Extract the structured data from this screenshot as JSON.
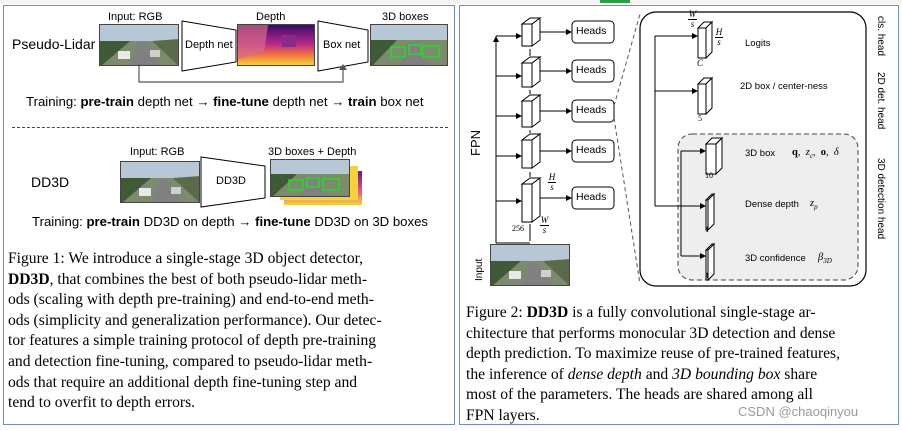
{
  "figure1": {
    "pl": {
      "title": "Pseudo-Lidar",
      "input_label": "Input: RGB",
      "depth_label": "Depth",
      "boxes_label": "3D boxes",
      "depthnet": "Depth net",
      "boxnet": "Box net",
      "training": [
        "Training: ",
        "pre-train",
        " depth net ",
        "→",
        " fine-tune",
        " depth net ",
        "→",
        " train",
        " box net"
      ]
    },
    "dd3d": {
      "title": "DD3D",
      "input_label": "Input: RGB",
      "boxes_label": "3D boxes + Depth",
      "net": "DD3D",
      "training": [
        "Training: ",
        "pre-train",
        " DD3D on depth ",
        "→",
        " fine-tune",
        " DD3D on 3D boxes"
      ]
    },
    "caption": {
      "l1a": "Figure 1:  We introduce a single-stage 3D object detector,",
      "l2a": "DD3D",
      "l2b": ", that combines the best of both pseudo-lidar meth-",
      "l3": "ods (scaling with depth pre-training) and end-to-end meth-",
      "l4": "ods (simplicity and generalization performance). Our detec-",
      "l5": "tor features a simple training protocol of depth pre-training",
      "l6": "and detection fine-tuning, compared to pseudo-lidar meth-",
      "l7": "ods that require an additional depth fine-tuning step and",
      "l8": "tend to overfit to depth errors."
    }
  },
  "figure2": {
    "fpn": "FPN",
    "input": "Input",
    "heads": "Heads",
    "c256": "256",
    "w_s": "W",
    "s": "s",
    "h": "H",
    "logits": "Logits",
    "c_lbl": "C",
    "box2d": "2D box / center-ness",
    "n5": "5",
    "box3d": "3D box",
    "box3d_params": "q,  z",
    "n10": "10",
    "dense": "Dense depth",
    "zp": "z",
    "n1a": "1",
    "conf": "3D confidence",
    "beta": "β",
    "n1b": "1",
    "cls_head": "cls. head",
    "det2d_head": "2D det. head",
    "det3d_head": "3D detection head",
    "caption": {
      "l1a": "Figure 2:  ",
      "l1b": "DD3D",
      "l1c": " is a fully convolutional single-stage ar-",
      "l2": "chitecture that performs monocular 3D detection and dense",
      "l3": "depth prediction. To maximize reuse of pre-trained features,",
      "l4a": "the inference of ",
      "l4b": "dense depth",
      "l4c": " and ",
      "l4d": "3D bounding box",
      "l4e": " share",
      "l5": "most of the parameters.  The heads are shared among all",
      "l6": "FPN layers."
    }
  },
  "watermark": "CSDN @chaoqinyou"
}
